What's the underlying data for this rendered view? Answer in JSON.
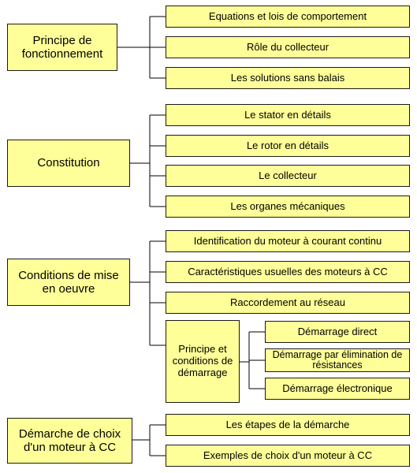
{
  "groups": [
    {
      "label": "Principe de fonctionnement",
      "items": [
        "Equations et lois de comportement",
        "Rôle du collecteur",
        "Les solutions sans balais"
      ]
    },
    {
      "label": "Constitution",
      "items": [
        "Le stator en détails",
        "Le rotor en détails",
        "Le collecteur",
        "Les organes mécaniques"
      ]
    },
    {
      "label": "Conditions de mise en oeuvre",
      "items": [
        "Identification du moteur à courant continu",
        "Caractéristiques usuelles des moteurs à CC",
        "Raccordement au réseau",
        {
          "label": "Principe et conditions de démarrage",
          "children": [
            "Démarrage direct",
            "Démarrage par élimination de résistances",
            "Démarrage électronique"
          ]
        }
      ]
    },
    {
      "label": "Démarche de choix d'un moteur à CC",
      "items": [
        "Les étapes de la démarche",
        "Exemples de choix d'un moteur à CC"
      ]
    }
  ]
}
